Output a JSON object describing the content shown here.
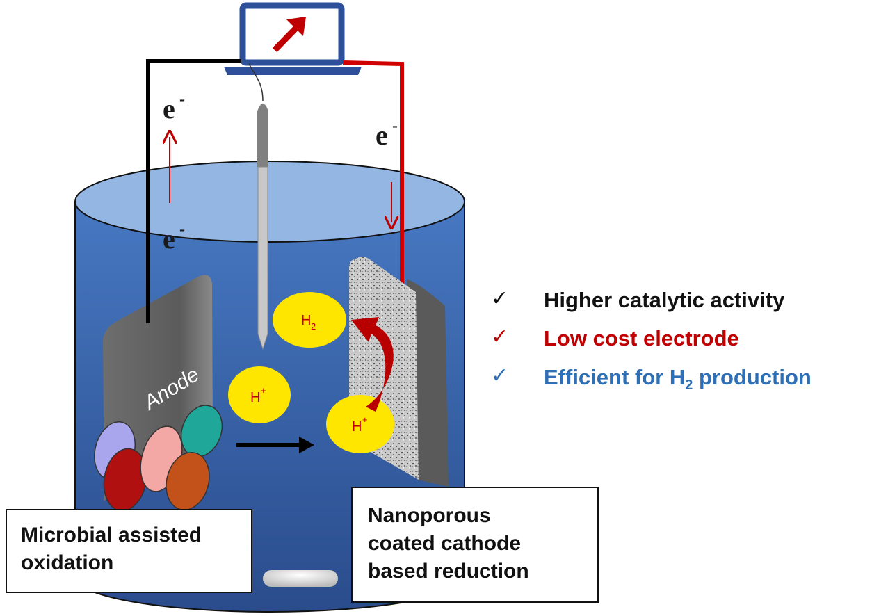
{
  "diagram": {
    "electron_label": "e",
    "electron_charge": "-",
    "anode_label": "Anode",
    "h2_label": "H",
    "h2_subscript": "2",
    "proton_label": "H",
    "proton_charge": "+",
    "left_box": {
      "line1": "Microbial assisted",
      "line2": "oxidation"
    },
    "right_box": {
      "line1": "Nanoporous",
      "line2": "coated cathode",
      "line3": "based reduction"
    },
    "checklist": [
      {
        "icon": "check-icon",
        "text": "Higher catalytic activity",
        "color": "#111111"
      },
      {
        "icon": "check-icon",
        "text": "Low cost electrode",
        "color": "#c00000"
      },
      {
        "icon": "check-icon",
        "text_before": "Efficient for H",
        "subscript": "2",
        "text_after": " production",
        "color": "#2e6fb5"
      }
    ],
    "colors": {
      "wire_anode": "#000000",
      "wire_cathode": "#d00000",
      "laptop": "#2e4f9a",
      "electrolyte": "#3f6fb8",
      "ions": "#ffe600"
    }
  }
}
